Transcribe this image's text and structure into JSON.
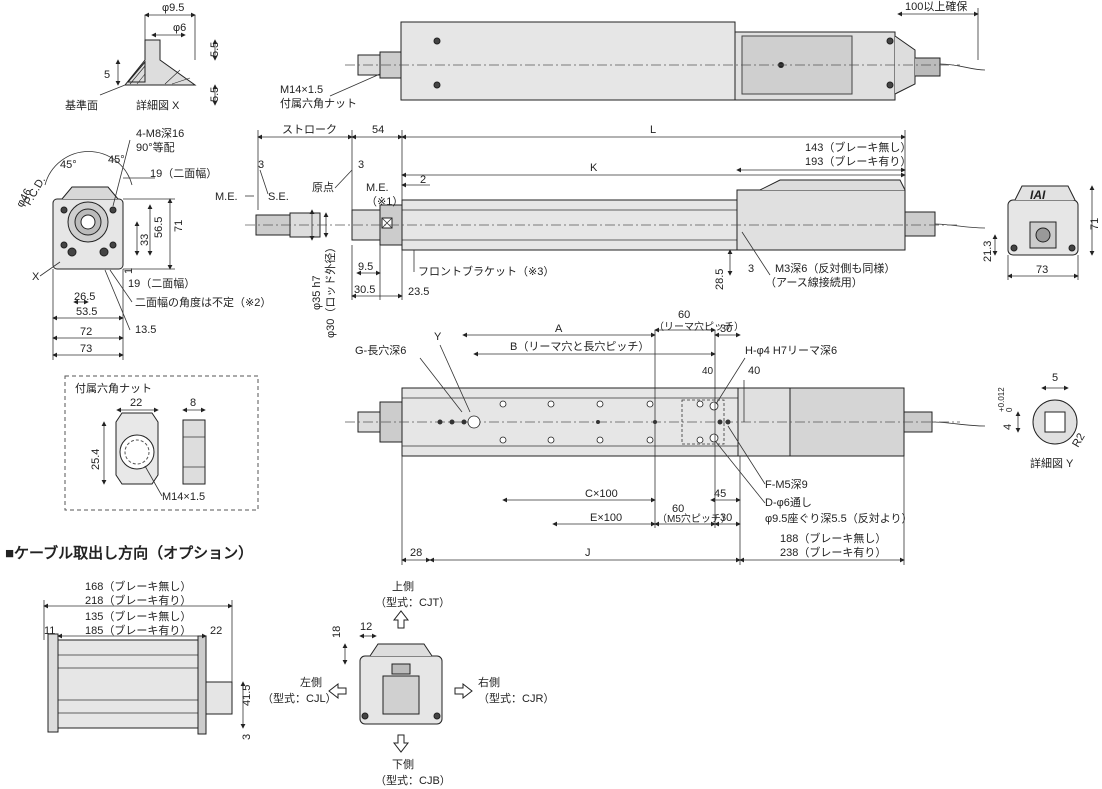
{
  "top_view": {
    "cable_clearance": "100以上確保",
    "nut_callout": [
      "M14×1.5",
      "付属六角ナット"
    ]
  },
  "detail_x": {
    "dia_outer": "φ9.5",
    "dia_inner": "φ6",
    "dim_5_left": "5",
    "dim_5_5_top": "5.5",
    "dim_5_5_bottom": "5.5",
    "ref_surface": "基準面",
    "caption": "詳細図 X"
  },
  "end_view": {
    "tap": "4-M8深16",
    "spacing": "90°等配",
    "angle_1": "45°",
    "angle_2": "45°",
    "pcd": "P.C.D.",
    "pcd_dia": "φ46",
    "flat_1": "19（二面幅）",
    "flat_2": "19（二面幅）",
    "dim_56_5": "56.5",
    "dim_33": "33",
    "dim_71": "71",
    "dim_1": "1",
    "dim_26_5": "26.5",
    "dim_53_5": "53.5",
    "dim_72": "72",
    "dim_73": "73",
    "dim_13_5": "13.5",
    "flat_note": "二面幅の角度は不定（※2）",
    "x_label": "X"
  },
  "side_view": {
    "stroke": "ストローク",
    "dim_54": "54",
    "dim_L": "L",
    "dim_3_left": "3",
    "dim_3_right": "3",
    "me_left": "M.E.",
    "se": "S.E.",
    "origin": "原点",
    "me_right": "M.E.",
    "me_note": "（※1）",
    "dim_2": "2",
    "dim_K": "K",
    "brake_none": "143（ブレーキ無し）",
    "brake_with": "193（ブレーキ有り）",
    "rod_35": "φ35 h7",
    "rod_30": "φ30（ロッド外径）",
    "dim_9_5": "9.5",
    "dim_30_5": "30.5",
    "dim_23_5": "23.5",
    "front_bracket": "フロントブラケット（※3）",
    "dim_28_5": "28.5",
    "dim_3_m3": "3",
    "m3_tap": "M3深6（反対側も同様）",
    "m3_note": "（アース線接続用）"
  },
  "rear_view": {
    "logo": "IAI",
    "dim_21_3": "21.3",
    "dim_71": "71",
    "dim_73": "73"
  },
  "bottom_view": {
    "dim_60_top": "60",
    "reamer_pitch": "（リーマ穴ピッチ）",
    "dim_A": "A",
    "dim_30_top": "30",
    "g_slot": "G-長穴深6",
    "y_label": "Y",
    "b_pitch": "B（リーマ穴と長穴ピッチ）",
    "h_reamer": "H-φ4  H7リーマ深6",
    "dim_40_a": "40",
    "dim_40_b": "40",
    "c_pitch": "C×100",
    "dim_60_bot": "60",
    "dim_45": "45",
    "f_tap": "F-M5深9",
    "d_thru": "D-φ6通し",
    "d_cbore": "φ9.5座ぐり深5.5（反対より）",
    "e_pitch": "E×100",
    "m5_pitch": "（M5穴ピッチ）",
    "dim_30_bot": "30",
    "dim_28": "28",
    "dim_J": "J",
    "brake_none": "188（ブレーキ無し）",
    "brake_with": "238（ブレーキ有り）"
  },
  "detail_y": {
    "dim_5": "5",
    "tol": "+0.012",
    "tol_zero": "0",
    "dim_4": "4",
    "r2": "R2",
    "caption": "詳細図 Y"
  },
  "nut_box": {
    "title": "付属六角ナット",
    "dim_22": "22",
    "dim_8": "8",
    "dim_25_4": "25.4",
    "thread": "M14×1.5"
  },
  "cable_section": {
    "title": "■ケーブル取出し方向（オプション）",
    "len_168": "168（ブレーキ無し）",
    "len_218": "218（ブレーキ有り）",
    "len_135": "135（ブレーキ無し）",
    "len_185": "185（ブレーキ有り）",
    "dim_11": "11",
    "dim_22": "22",
    "dim_41_5": "41.5",
    "dim_3": "3",
    "dim_18": "18",
    "dim_12": "12",
    "up": "上側",
    "up_type": "（型式：CJT）",
    "left": "左側",
    "left_type": "（型式：CJL）",
    "right": "右側",
    "right_type": "（型式：CJR）",
    "down": "下側",
    "down_type": "（型式：CJB）"
  }
}
